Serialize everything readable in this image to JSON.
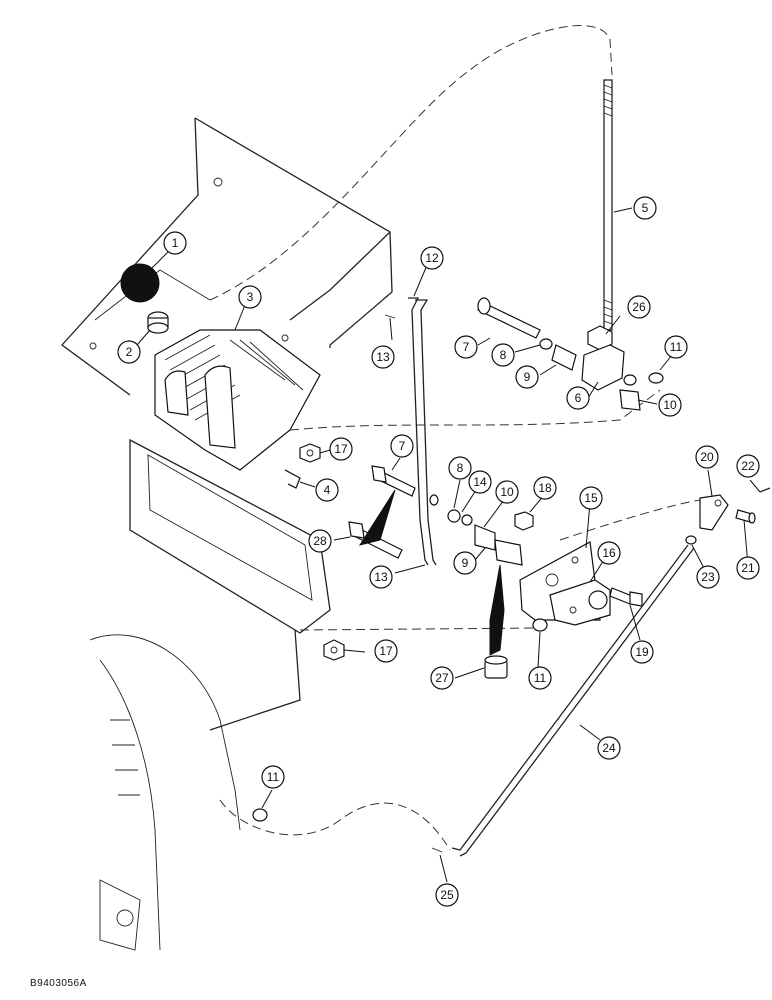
{
  "figure_code": "B9403056A",
  "callouts": {
    "c1": "1",
    "c2": "2",
    "c3": "3",
    "c4": "4",
    "c5": "5",
    "c6": "6",
    "c7a": "7",
    "c7b": "7",
    "c8a": "8",
    "c8b": "8",
    "c9a": "9",
    "c9b": "9",
    "c10a": "10",
    "c10b": "10",
    "c11a": "11",
    "c11b": "11",
    "c11c": "11",
    "c12": "12",
    "c13a": "13",
    "c13b": "13",
    "c14": "14",
    "c15": "15",
    "c16": "16",
    "c17a": "17",
    "c17b": "17",
    "c18": "18",
    "c19": "19",
    "c20": "20",
    "c21": "21",
    "c22": "22",
    "c23": "23",
    "c24": "24",
    "c25": "25",
    "c26": "26",
    "c27": "27",
    "c28": "28"
  }
}
